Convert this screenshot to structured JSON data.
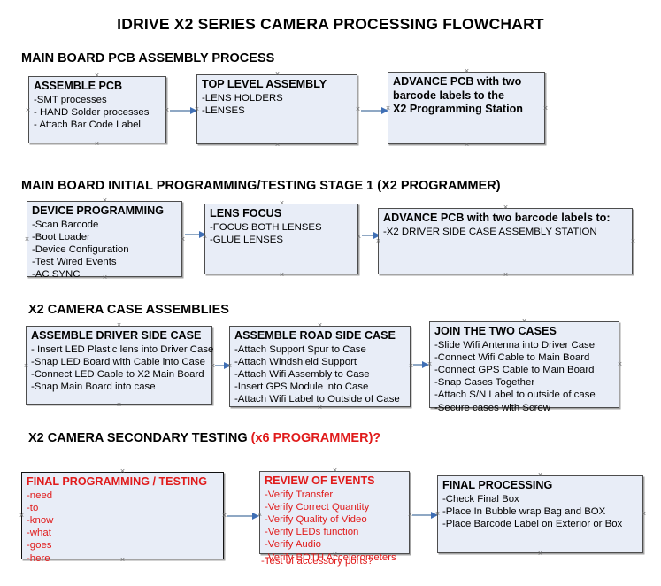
{
  "document": {
    "title": "IDRIVE X2  SERIES CAMERA PROCESSING FLOWCHART"
  },
  "colors": {
    "box_fill": "#e8edf7",
    "box_border": "#4d4d4d",
    "connector": "#8fa8c4",
    "arrowhead": "#3f6fb5",
    "accent_red": "#e01b1b",
    "text": "#000000"
  },
  "sections": [
    {
      "id": "main-board-pcb-assembly-process",
      "heading": "MAIN BOARD PCB ASSEMBLY PROCESS",
      "heading_accent": "",
      "nodes": [
        {
          "id": "assemble-pcb",
          "title": "ASSEMBLE PCB",
          "lines": [
            "-SMT processes",
            "- HAND Solder processes",
            "- Attach Bar Code Label"
          ]
        },
        {
          "id": "top-level-assembly",
          "title": "TOP LEVEL ASSEMBLY",
          "lines": [
            "-LENS HOLDERS",
            "-LENSES"
          ]
        },
        {
          "id": "advance-pcb-to-x2-programming-station",
          "title": "ADVANCE PCB with two",
          "lines": [
            "barcode labels to the",
            " X2 Programming Station"
          ]
        }
      ]
    },
    {
      "id": "main-board-initial-programming-testing-stage-1",
      "heading": "MAIN BOARD INITIAL PROGRAMMING/TESTING STAGE 1 (X2 PROGRAMMER)",
      "heading_accent": "",
      "nodes": [
        {
          "id": "device-programming",
          "title": "DEVICE PROGRAMMING",
          "lines": [
            "-Scan Barcode",
            "-Boot Loader",
            "-Device Configuration",
            "-Test Wired Events",
            "-AC SYNC"
          ]
        },
        {
          "id": "lens-focus",
          "title": "LENS FOCUS",
          "lines": [
            "-FOCUS BOTH LENSES",
            "-GLUE LENSES"
          ]
        },
        {
          "id": "advance-pcb-to-driver-side-case-assembly",
          "title": "ADVANCE PCB with two barcode labels to:",
          "lines": [
            "-X2 DRIVER  SIDE  CASE  ASSEMBLY STATION"
          ]
        }
      ]
    },
    {
      "id": "x2-camera-case-assemblies",
      "heading": "X2 CAMERA CASE ASSEMBLIES",
      "heading_accent": "",
      "nodes": [
        {
          "id": "assemble-driver-side-case",
          "title": "ASSEMBLE DRIVER SIDE CASE",
          "lines": [
            "- Insert LED Plastic lens into Driver Case",
            "-Snap LED Board with Cable into Case",
            "-Connect LED Cable to X2 Main Board",
            "-Snap Main Board into case"
          ]
        },
        {
          "id": "assemble-road-side-case",
          "title": "ASSEMBLE ROAD SIDE CASE",
          "lines": [
            "-Attach Support Spur to Case",
            "-Attach Windshield Support",
            "-Attach Wifi Assembly to Case",
            "-Insert GPS Module into Case",
            "-Attach Wifi Label to Outside of Case"
          ]
        },
        {
          "id": "join-the-two-cases",
          "title": "JOIN THE TWO CASES",
          "lines": [
            "-Slide Wifi Antenna into Driver Case",
            "-Connect Wifi Cable to Main Board",
            "-Connect GPS Cable to Main Board",
            "-Snap Cases Together",
            "-Attach S/N Label to outside of case",
            "-Secure cases with Screw"
          ]
        }
      ]
    },
    {
      "id": "x2-camera-secondary-testing",
      "heading": "X2 CAMERA SECONDARY TESTING ",
      "heading_accent": "(x6 PROGRAMMER)?",
      "nodes": [
        {
          "id": "final-programming-testing",
          "title": "FINAL PROGRAMMING / TESTING",
          "lines": [
            "-need",
            "-to",
            "-know",
            "-what",
            "-goes",
            "-here"
          ]
        },
        {
          "id": "review-of-events",
          "title": "REVIEW OF EVENTS",
          "lines": [
            "-Verify Transfer",
            "-Verify Correct Quantity",
            "-Verify Quality of Video",
            "-Verify LEDs function",
            "-Verify Audio",
            "-Verify BOTH Accelerometers"
          ],
          "overflow_line": "-Test of accessory ports?"
        },
        {
          "id": "final-processing",
          "title": "FINAL PROCESSING",
          "lines": [
            " -Check Final Box",
            "-Place In Bubble wrap Bag and BOX",
            "-Place Barcode Label on Exterior or Box"
          ]
        }
      ]
    }
  ]
}
